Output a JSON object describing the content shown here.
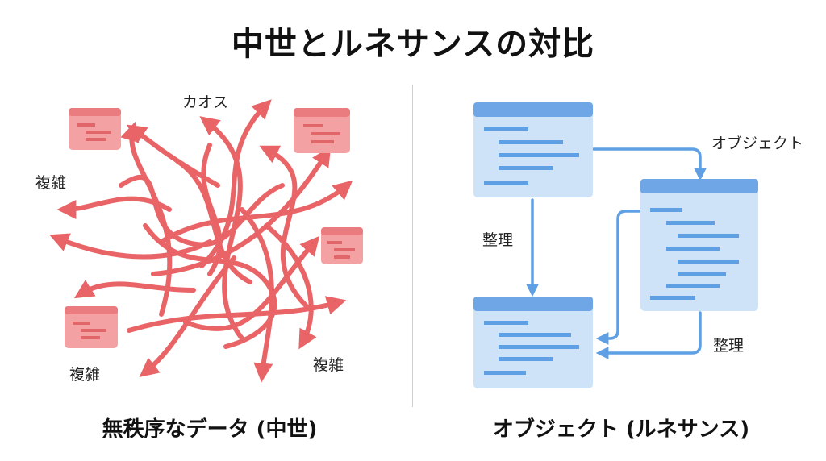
{
  "title": "中世とルネサンスの対比",
  "left": {
    "caption": "無秩序なデータ (中世)",
    "labels": {
      "chaos": "カオス",
      "complex_top_left": "複雑",
      "complex_bottom_left": "複雑",
      "complex_bottom_right": "複雑"
    }
  },
  "right": {
    "caption": "オブジェクト (ルネサンス)",
    "labels": {
      "object": "オブジェクト",
      "organize_left": "整理",
      "organize_right": "整理"
    }
  },
  "colors": {
    "chaos_arrow": "#e8575b",
    "chaos_card": "#f3a1a3",
    "chaos_card_header": "#ea7b7e",
    "object_card": "#cfe3f8",
    "object_card_header": "#6fa6e6",
    "object_arrow": "#5f9fe3"
  }
}
